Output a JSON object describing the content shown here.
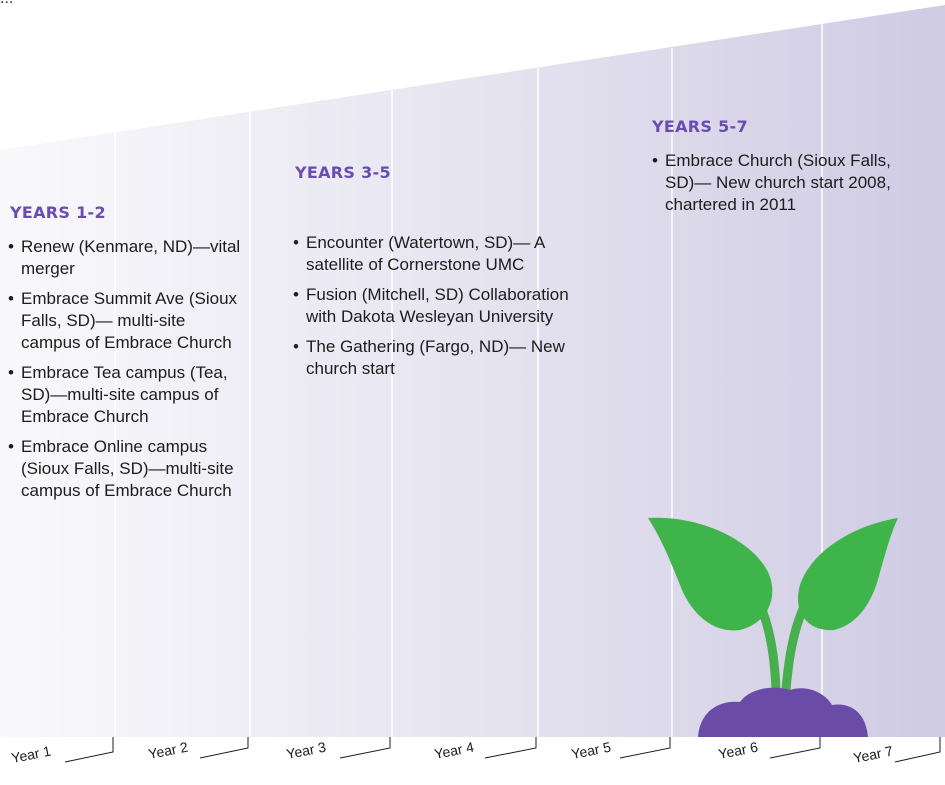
{
  "top_text": "...",
  "phases": [
    {
      "title": "YEARS 1-2",
      "items": [
        "Renew (Kenmare, ND)—vital merger",
        "Embrace Summit Ave (Sioux Falls, SD)— multi-site campus of Embrace Church",
        "Embrace Tea campus (Tea, SD)—multi-site campus of Embrace Church",
        "Embrace Online campus (Sioux Falls, SD)—multi-site campus of Embrace Church"
      ]
    },
    {
      "title": "YEARS 3-5",
      "items": [
        "Encounter (Watertown, SD)— A satellite of Cornerstone UMC",
        "Fusion (Mitchell, SD) Collaboration with Dakota Wesleyan University",
        "The Gathering (Fargo, ND)— New church start"
      ]
    },
    {
      "title": "YEARS 5-7",
      "items": [
        "Embrace Church (Sioux Falls, SD)— New church start 2008, chartered in 2011"
      ]
    }
  ],
  "years": [
    "Year 1",
    "Year 2",
    "Year 3",
    "Year 4",
    "Year 5",
    "Year 6",
    "Year 7"
  ],
  "colors": {
    "band_light": "#f7f7fb",
    "band_dark": "#cfcbe4",
    "heading": "#6a4cb0",
    "leaf": "#3fb44a",
    "stem": "#47b04d",
    "soil": "#6a4ba8",
    "divider": "#ffffff",
    "axis": "#1c1c1c"
  },
  "icons": [
    "sprout-icon"
  ]
}
